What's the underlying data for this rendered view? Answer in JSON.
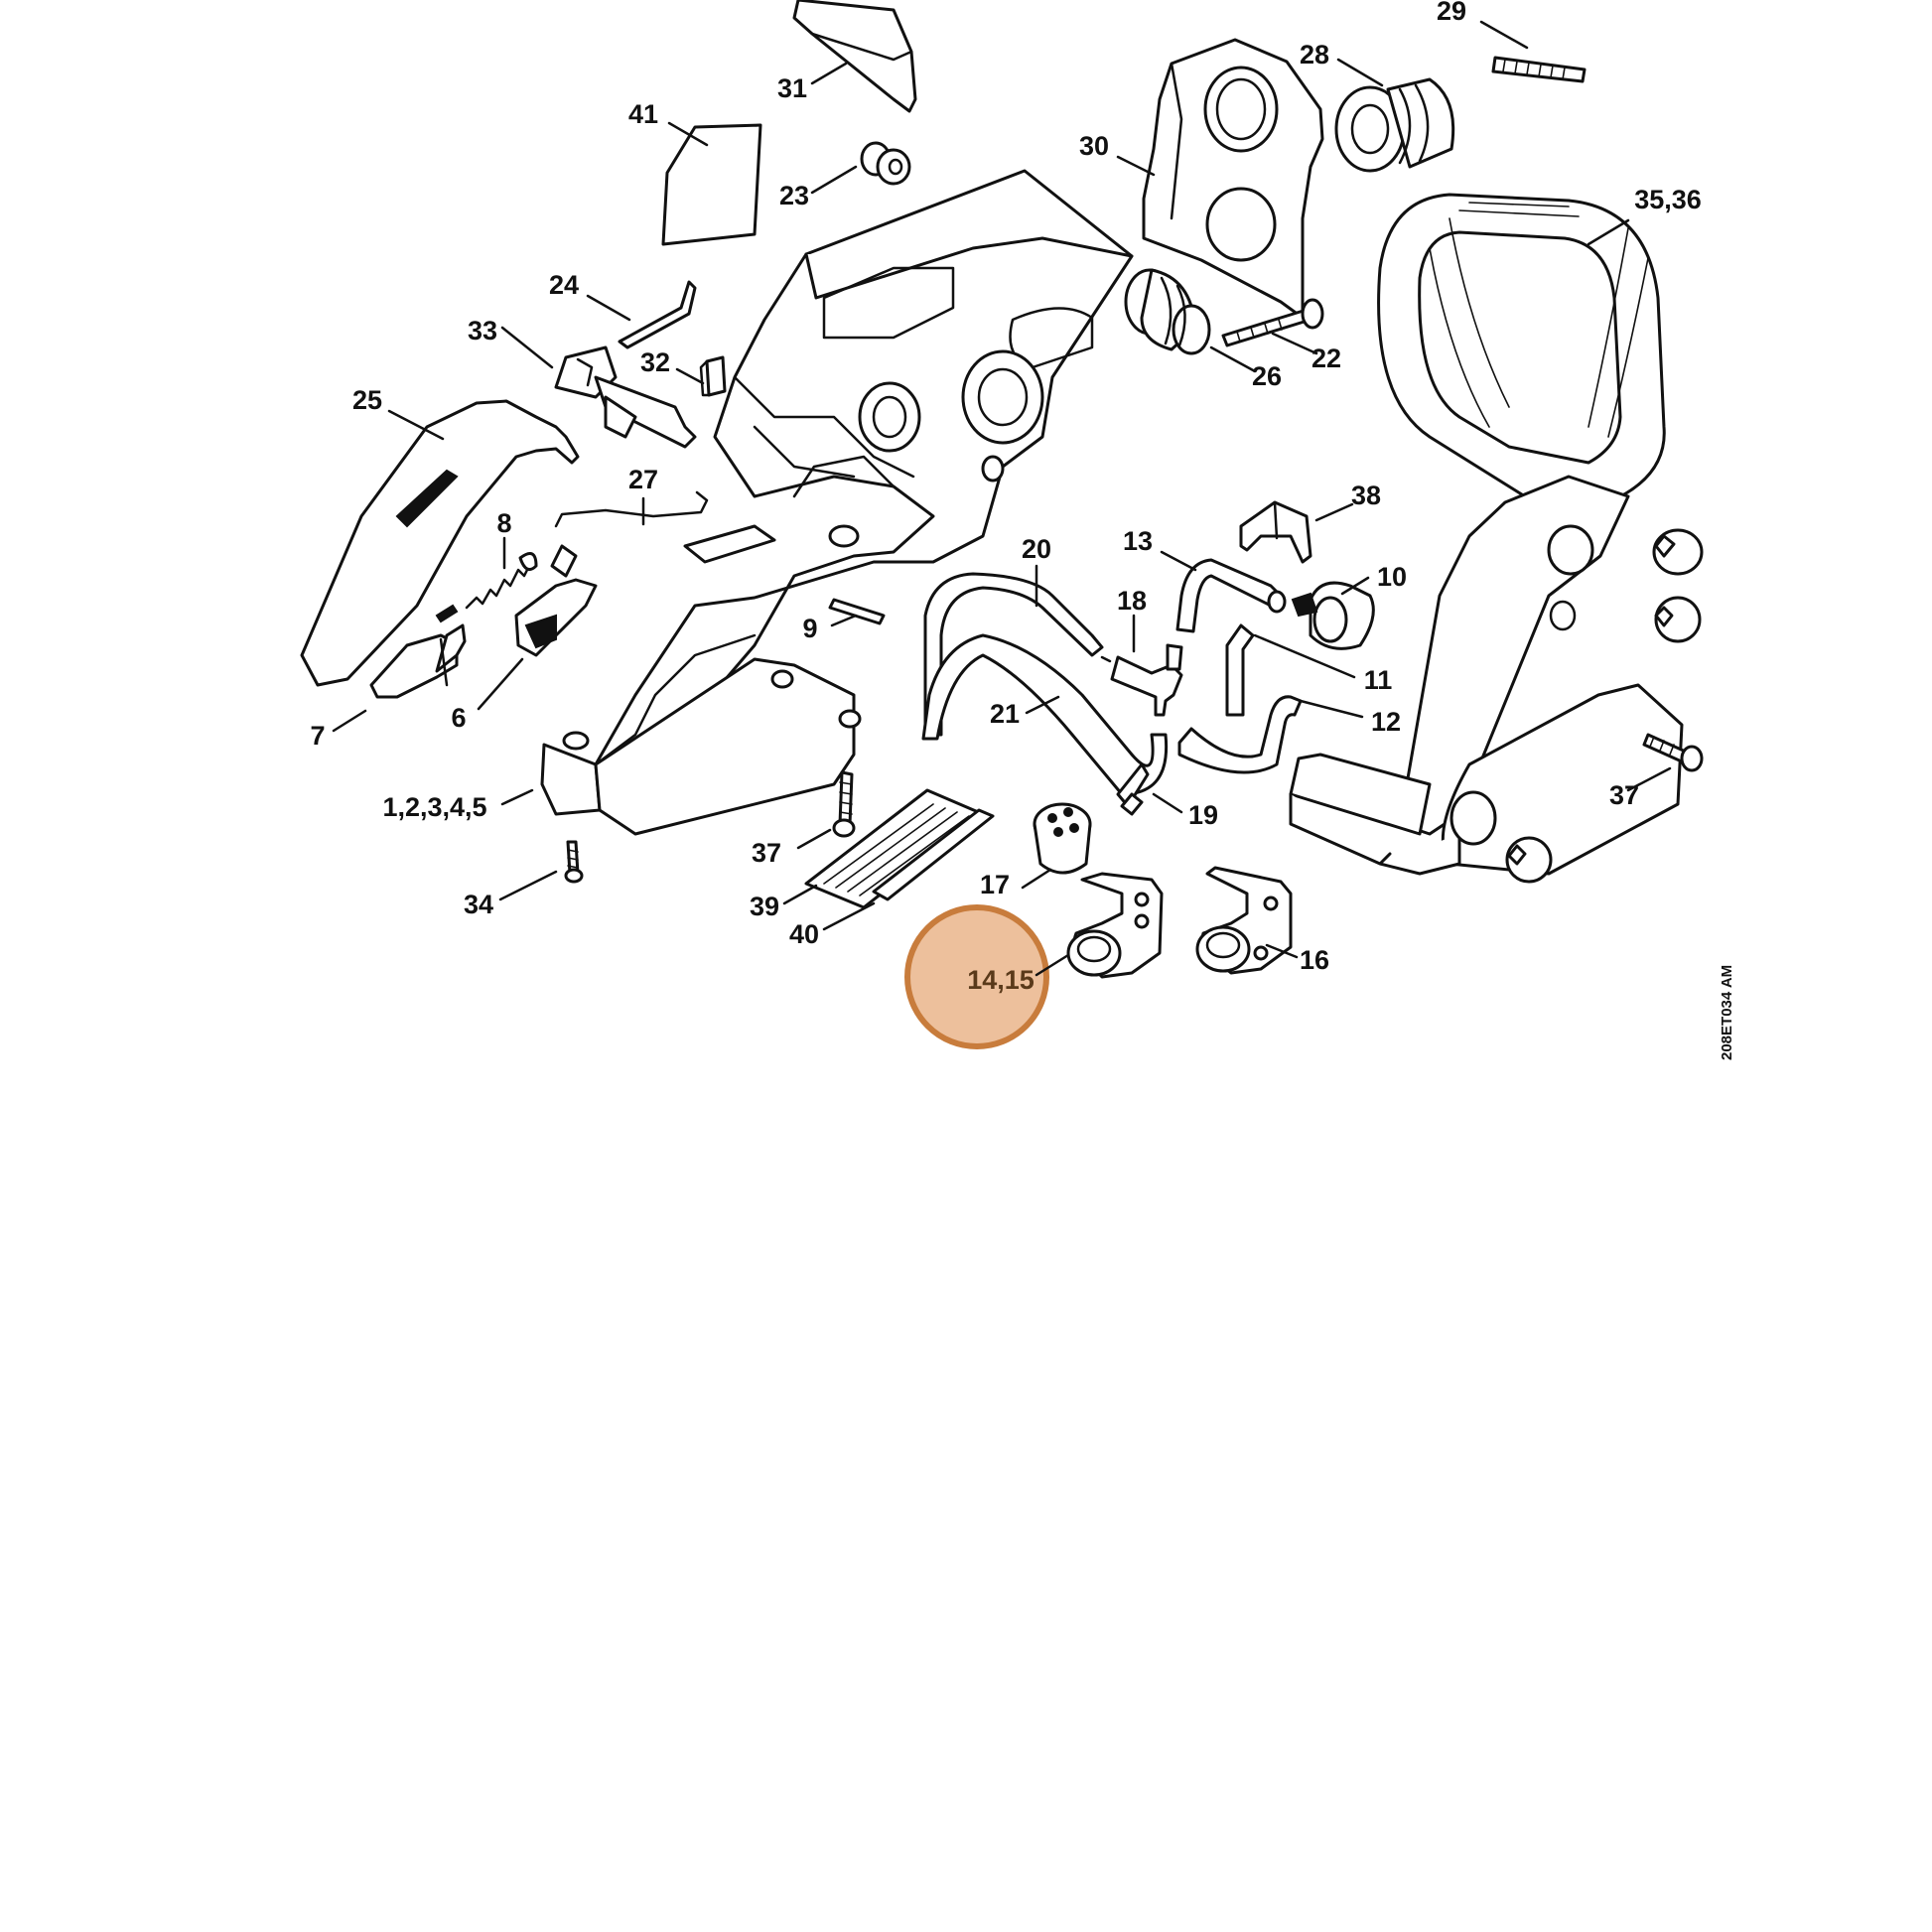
{
  "drawing_code": "208ET034 AM",
  "highlight": {
    "label": "14,15",
    "fill_color": "#edc09c",
    "ring_color": "#c87c3c"
  },
  "callouts": [
    {
      "id": "29",
      "label": "29"
    },
    {
      "id": "31",
      "label": "31"
    },
    {
      "id": "28",
      "label": "28"
    },
    {
      "id": "41",
      "label": "41"
    },
    {
      "id": "30",
      "label": "30"
    },
    {
      "id": "23",
      "label": "23"
    },
    {
      "id": "35-36",
      "label": "35,36"
    },
    {
      "id": "24",
      "label": "24"
    },
    {
      "id": "33",
      "label": "33"
    },
    {
      "id": "22",
      "label": "22"
    },
    {
      "id": "32",
      "label": "32"
    },
    {
      "id": "26",
      "label": "26"
    },
    {
      "id": "25",
      "label": "25"
    },
    {
      "id": "27",
      "label": "27"
    },
    {
      "id": "38",
      "label": "38"
    },
    {
      "id": "8",
      "label": "8"
    },
    {
      "id": "20",
      "label": "20"
    },
    {
      "id": "13",
      "label": "13"
    },
    {
      "id": "10",
      "label": "10"
    },
    {
      "id": "18",
      "label": "18"
    },
    {
      "id": "9",
      "label": "9"
    },
    {
      "id": "11",
      "label": "11"
    },
    {
      "id": "21",
      "label": "21"
    },
    {
      "id": "12",
      "label": "12"
    },
    {
      "id": "6",
      "label": "6"
    },
    {
      "id": "7",
      "label": "7"
    },
    {
      "id": "37a",
      "label": "37"
    },
    {
      "id": "1-5",
      "label": "1,2,3,4,5"
    },
    {
      "id": "19",
      "label": "19"
    },
    {
      "id": "37b",
      "label": "37"
    },
    {
      "id": "17",
      "label": "17"
    },
    {
      "id": "34",
      "label": "34"
    },
    {
      "id": "39",
      "label": "39"
    },
    {
      "id": "40",
      "label": "40"
    },
    {
      "id": "16",
      "label": "16"
    }
  ]
}
